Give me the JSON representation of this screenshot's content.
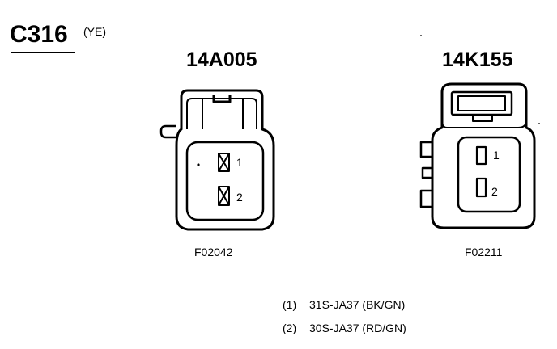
{
  "connector": {
    "id": "C316",
    "color": "(YE)"
  },
  "views": [
    {
      "part": "14A005",
      "figure": "F02042",
      "pins": [
        "1",
        "2"
      ]
    },
    {
      "part": "14K155",
      "figure": "F02211",
      "pins": [
        "1",
        "2"
      ]
    }
  ],
  "circuits": [
    {
      "num": "(1)",
      "desc": "31S-JA37 (BK/GN)"
    },
    {
      "num": "(2)",
      "desc": "30S-JA37 (RD/GN)"
    }
  ],
  "colors": {
    "ink": "#000000",
    "background": "#ffffff"
  }
}
